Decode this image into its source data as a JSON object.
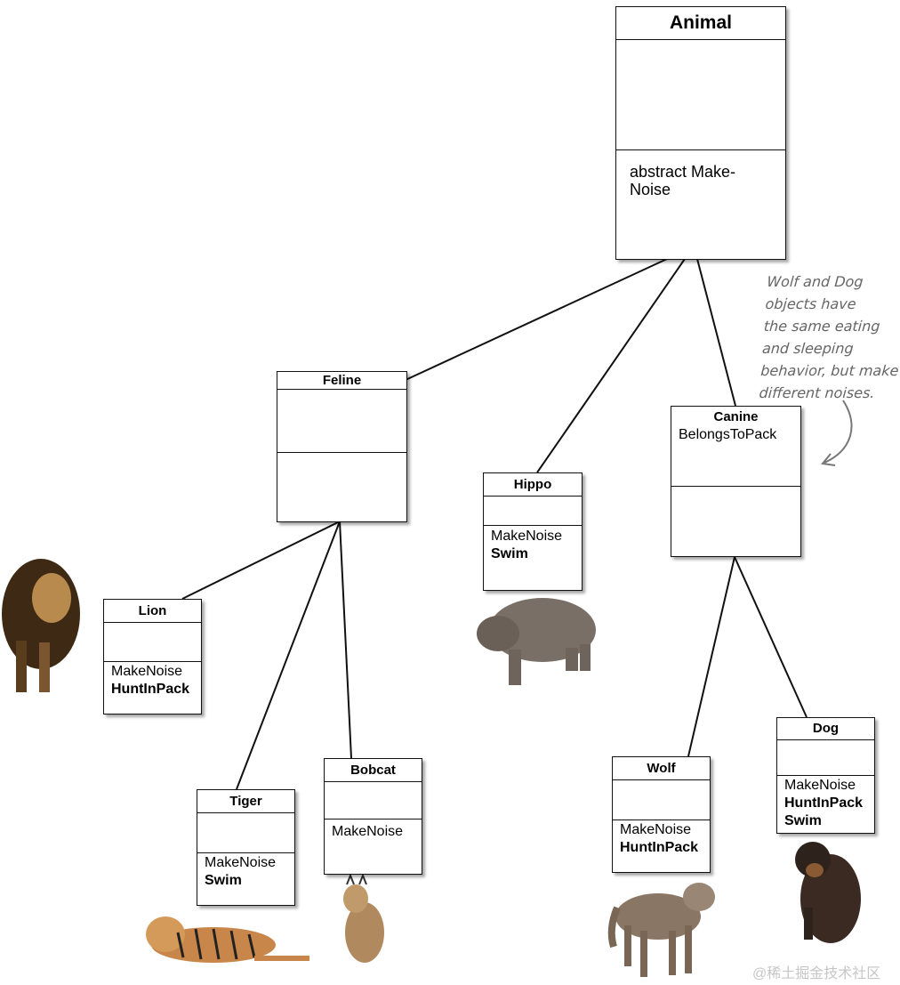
{
  "classes": {
    "animal": {
      "name": "Animal",
      "methods": [
        "abstract Make-",
        "Noise"
      ]
    },
    "feline": {
      "name": "Feline"
    },
    "hippo": {
      "name": "Hippo",
      "methods": [
        "MakeNoise",
        "Swim"
      ]
    },
    "canine": {
      "name": "Canine",
      "fields": [
        "BelongsToPack"
      ]
    },
    "lion": {
      "name": "Lion",
      "methods": [
        "MakeNoise",
        "HuntInPack"
      ]
    },
    "tiger": {
      "name": "Tiger",
      "methods": [
        "MakeNoise",
        "Swim"
      ]
    },
    "bobcat": {
      "name": "Bobcat",
      "methods": [
        "MakeNoise"
      ]
    },
    "wolf": {
      "name": "Wolf",
      "methods": [
        "MakeNoise",
        "HuntInPack"
      ]
    },
    "dog": {
      "name": "Dog",
      "methods": [
        "MakeNoise",
        "HuntInPack",
        "Swim"
      ]
    }
  },
  "annotation": [
    "Wolf and Dog",
    "objects have",
    "the same eating",
    "and sleeping",
    "behavior, but make",
    "different noises."
  ],
  "watermark": "@稀土掘金技术社区",
  "colors": {
    "lion": "#5a3d1c",
    "tiger": "#c8864a",
    "bobcat": "#b08a5e",
    "hippo": "#7a6f66",
    "wolf": "#8a7664",
    "dog": "#3a2a22"
  }
}
